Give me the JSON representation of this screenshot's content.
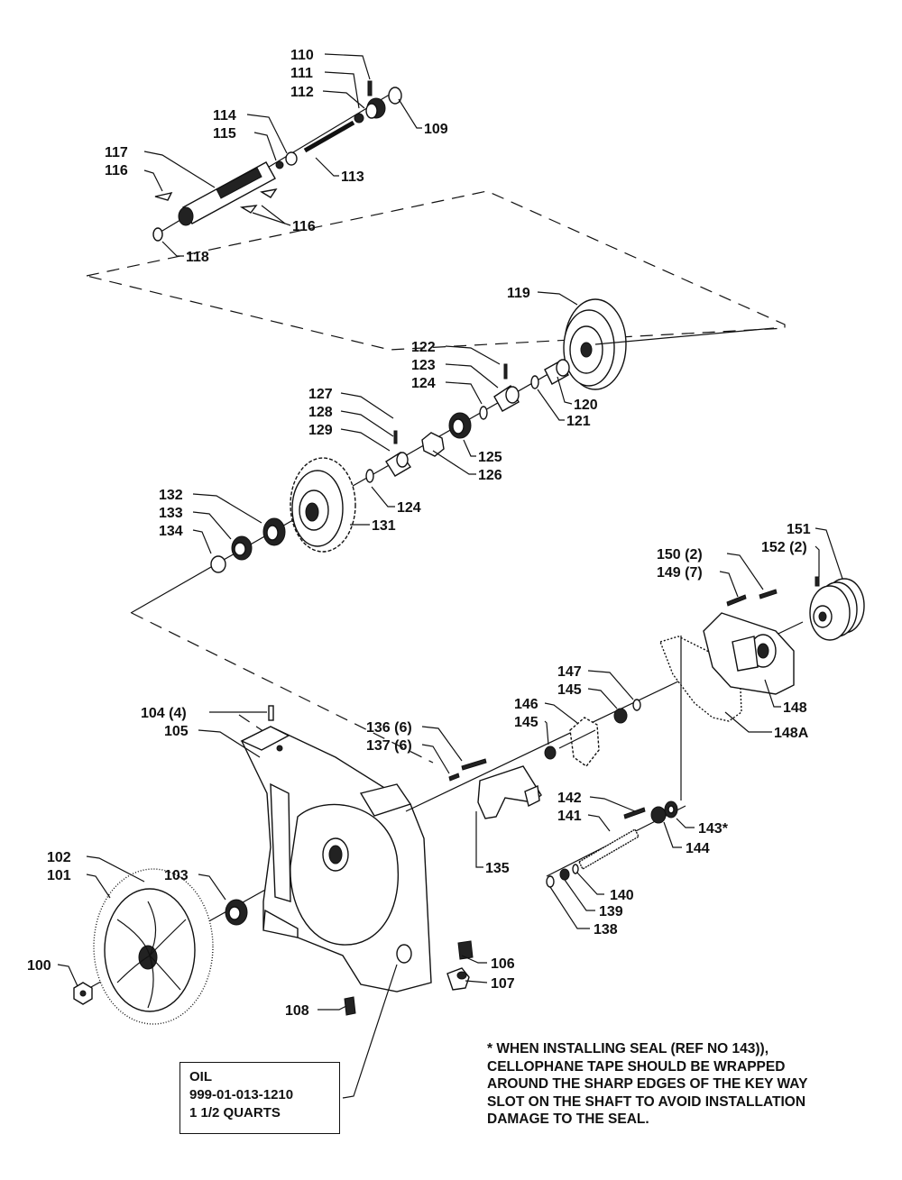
{
  "callouts": {
    "c100": "100",
    "c101": "101",
    "c102": "102",
    "c103": "103",
    "c104": "104 (4)",
    "c105": "105",
    "c106": "106",
    "c107": "107",
    "c108": "108",
    "c109": "109",
    "c110": "110",
    "c111": "111",
    "c112": "112",
    "c113": "113",
    "c114": "114",
    "c115": "115",
    "c116a": "116",
    "c116b": "116",
    "c117": "117",
    "c118": "118",
    "c119": "119",
    "c120": "120",
    "c121": "121",
    "c122": "122",
    "c123": "123",
    "c124a": "124",
    "c124b": "124",
    "c125": "125",
    "c126": "126",
    "c127": "127",
    "c128": "128",
    "c129": "129",
    "c131": "131",
    "c132": "132",
    "c133": "133",
    "c134": "134",
    "c135": "135",
    "c136": "136 (6)",
    "c137": "137 (6)",
    "c138": "138",
    "c139": "139",
    "c140": "140",
    "c141": "141",
    "c142": "142",
    "c143": "143*",
    "c144": "144",
    "c145a": "145",
    "c145b": "145",
    "c146": "146",
    "c147": "147",
    "c148": "148",
    "c148a": "148A",
    "c149": "149 (7)",
    "c150": "150 (2)",
    "c151": "151",
    "c152": "152 (2)"
  },
  "oil_box": {
    "line1": "OIL",
    "line2": "999-01-013-1210",
    "line3": "1 1/2 QUARTS"
  },
  "seal_note": {
    "line1": "* WHEN INSTALLING SEAL (REF NO 143)),",
    "line2": "CELLOPHANE TAPE SHOULD BE WRAPPED",
    "line3": "AROUND THE SHARP EDGES OF THE KEY WAY",
    "line4": "SLOT ON THE SHAFT TO AVOID INSTALLATION",
    "line5": "DAMAGE TO THE SEAL."
  }
}
